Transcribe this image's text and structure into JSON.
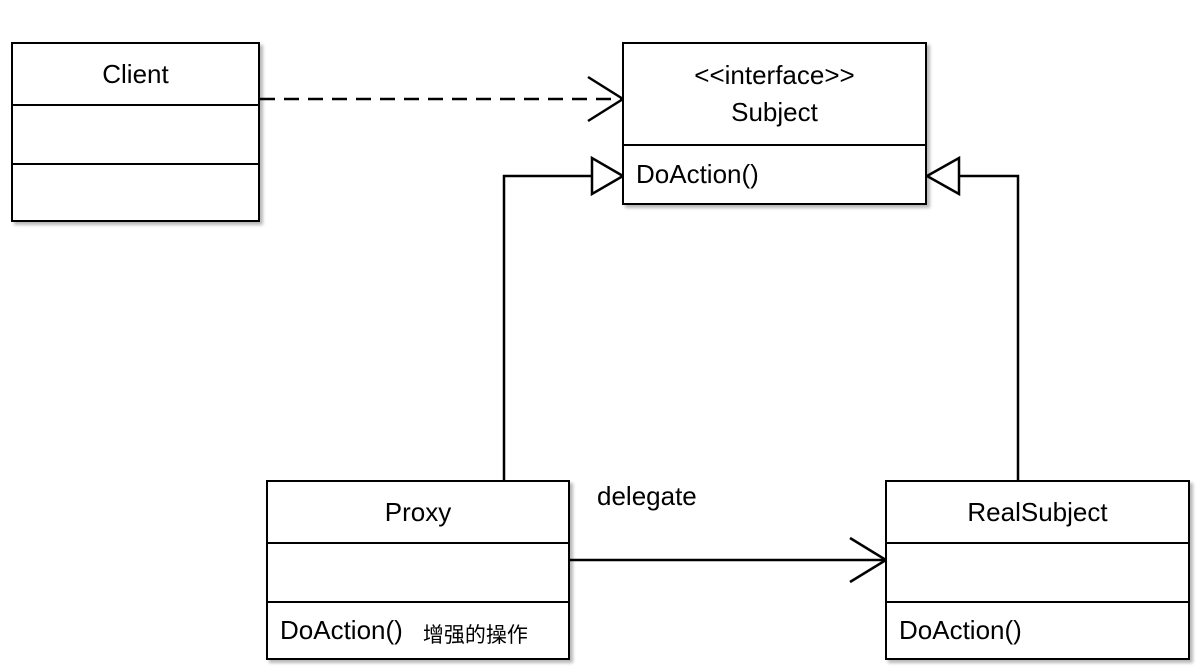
{
  "diagram": {
    "type": "uml-class-diagram",
    "pattern": "proxy",
    "classes": {
      "client": {
        "name": "Client"
      },
      "subject": {
        "stereotype": "<<interface>>",
        "name": "Subject",
        "methods": [
          "DoAction()"
        ]
      },
      "proxy": {
        "name": "Proxy",
        "methods": [
          "DoAction()"
        ],
        "method_note": "增强的操作"
      },
      "real_subject": {
        "name": "RealSubject",
        "methods": [
          "DoAction()"
        ]
      }
    },
    "relations": [
      {
        "from": "Client",
        "to": "Subject",
        "kind": "dependency",
        "style": "dashed",
        "arrowhead": "open"
      },
      {
        "from": "Proxy",
        "to": "Subject",
        "kind": "realization",
        "arrowhead": "hollow-triangle"
      },
      {
        "from": "RealSubject",
        "to": "Subject",
        "kind": "realization",
        "arrowhead": "hollow-triangle"
      },
      {
        "from": "Proxy",
        "to": "RealSubject",
        "kind": "association",
        "label": "delegate",
        "arrowhead": "open"
      }
    ],
    "colors": {
      "stroke": "#000000",
      "fill": "#ffffff",
      "text": "#000000"
    }
  }
}
